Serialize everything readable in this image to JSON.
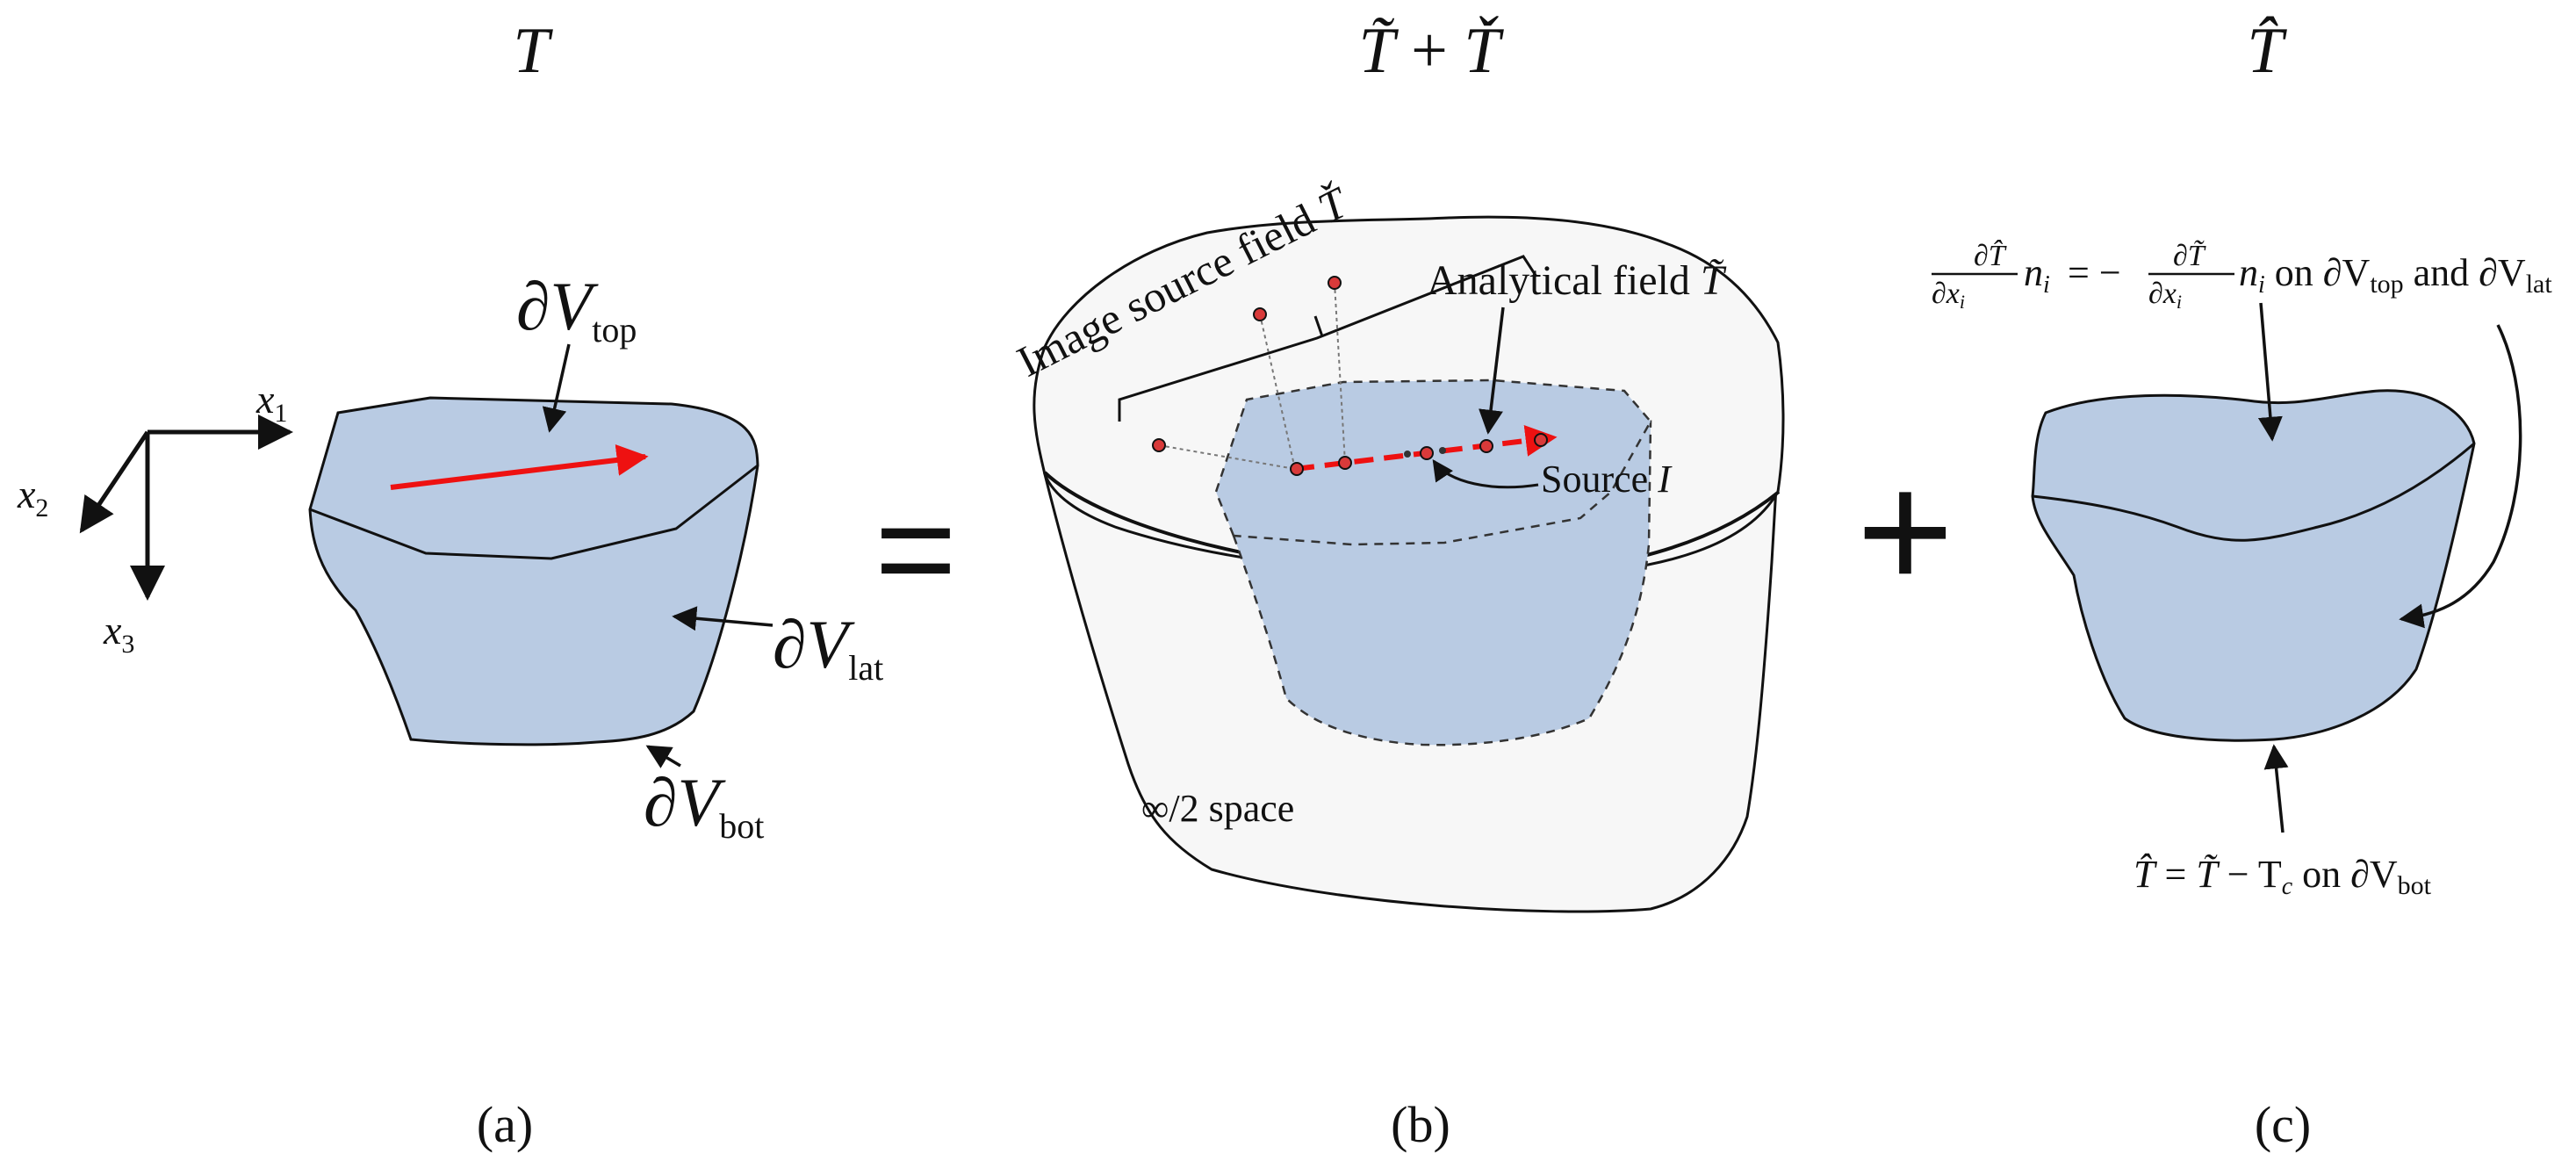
{
  "panel_a": {
    "title": "T",
    "axis_x1": {
      "base": "x",
      "sub": "1"
    },
    "axis_x2": {
      "base": "x",
      "sub": "2"
    },
    "axis_x3": {
      "base": "x",
      "sub": "3"
    },
    "label_top": {
      "sym": "∂V",
      "sub": "top"
    },
    "label_lat": {
      "sym": "∂V",
      "sub": "lat"
    },
    "label_bot": {
      "sym": "∂V",
      "sub": "bot"
    },
    "caption": "(a)"
  },
  "equals_sign": "=",
  "panel_b": {
    "title": {
      "t1": "T̃",
      "op": " + ",
      "t2": "Ť"
    },
    "image_source_label": {
      "text": "Image source field ",
      "sym": "Ť"
    },
    "analytical_label": {
      "text": "Analytical field ",
      "sym": "T̃"
    },
    "source_label": {
      "text": "Source ",
      "sym": "I"
    },
    "half_space_label": "∞/2 space",
    "caption": "(b)"
  },
  "plus_sign": "+",
  "panel_c": {
    "title": "T̂",
    "top_condition": {
      "f1_num": "∂T̂",
      "f1_den": {
        "base": "∂x",
        "sub": "i"
      },
      "n1": {
        "base": "n",
        "sub": "i"
      },
      "eq": " = −",
      "f2_num": "∂T̃",
      "f2_den": {
        "base": "∂x",
        "sub": "i"
      },
      "n2": {
        "base": "n",
        "sub": "i"
      },
      "on1": " on ∂V",
      "sub1": "top",
      "and": " and ∂V",
      "sub2": "lat"
    },
    "bottom_condition": {
      "lhs": "T̂",
      "eq": " = ",
      "rhs1": "T̃",
      "minus": " − T",
      "sub_c": "c",
      "on": " on ∂V",
      "sub_bot": "bot"
    },
    "caption": "(c)"
  },
  "colors": {
    "fill_blue": "#b9cbe3",
    "stroke": "#111111",
    "arrow_red": "#ee1111",
    "halfspace_fill": "#f7f7f7",
    "point_red": "#d93a3a"
  }
}
